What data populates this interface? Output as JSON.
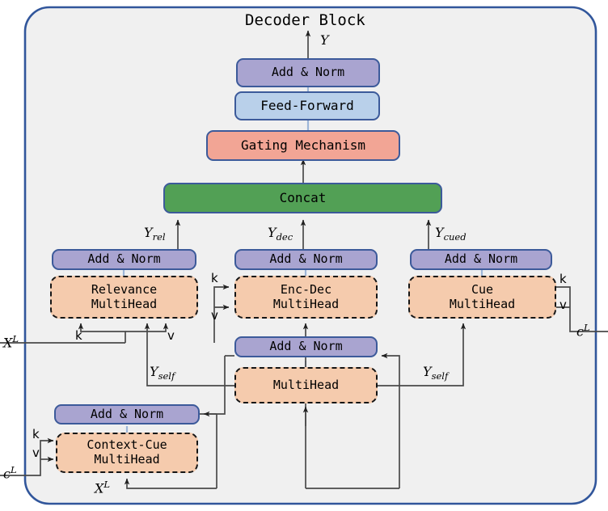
{
  "diagram": {
    "title": "Decoder Block",
    "frame": {
      "border_color": "#3c5a9a",
      "fill": "#f0f0f0"
    },
    "colors": {
      "add_norm": "#a9a4d0",
      "feed_forward": "#b9d0ea",
      "gating": "#f2a595",
      "concat": "#52a055",
      "multihead": "#f5cbad",
      "border_solid": "#3c5a9a",
      "border_dashed": "#151515",
      "arrow": "#444444",
      "residual": "#9db6d8"
    },
    "blocks": {
      "add_norm_top": "Add & Norm",
      "feed_forward": "Feed-Forward",
      "gating": "Gating Mechanism",
      "concat": "Concat",
      "add_norm_rel": "Add & Norm",
      "add_norm_dec": "Add & Norm",
      "add_norm_cued": "Add & Norm",
      "relevance_mh": "Relevance\nMultiHead",
      "encdec_mh": "Enc-Dec\nMultiHead",
      "cue_mh": "Cue\nMultiHead",
      "add_norm_self": "Add & Norm",
      "self_mh": "MultiHead",
      "add_norm_ctx": "Add & Norm",
      "context_cue_mh": "Context-Cue\nMultiHead"
    },
    "edge_labels": {
      "output_y": "Y",
      "y_rel": "Y",
      "y_rel_sub": "rel",
      "y_dec": "Y",
      "y_dec_sub": "dec",
      "y_cued": "Y",
      "y_cued_sub": "cued",
      "y_self_left": "Y",
      "y_self_left_sub": "self",
      "y_self_right": "Y",
      "y_self_right_sub": "self",
      "x_left": "X",
      "x_left_sup": "L",
      "x_bottom": "X",
      "x_bottom_sup": "L",
      "c_left": "c",
      "c_left_sup": "L",
      "c_right": "c",
      "c_right_sup": "L",
      "k": "k",
      "v": "v"
    },
    "kv_markers": [
      {
        "name": "relevance-k",
        "text": "k"
      },
      {
        "name": "relevance-v",
        "text": "v"
      },
      {
        "name": "encdec-k",
        "text": "k"
      },
      {
        "name": "encdec-v",
        "text": "v"
      },
      {
        "name": "cue-k",
        "text": "k"
      },
      {
        "name": "cue-v",
        "text": "v"
      },
      {
        "name": "context-cue-k",
        "text": "k"
      },
      {
        "name": "context-cue-v",
        "text": "v"
      }
    ]
  }
}
